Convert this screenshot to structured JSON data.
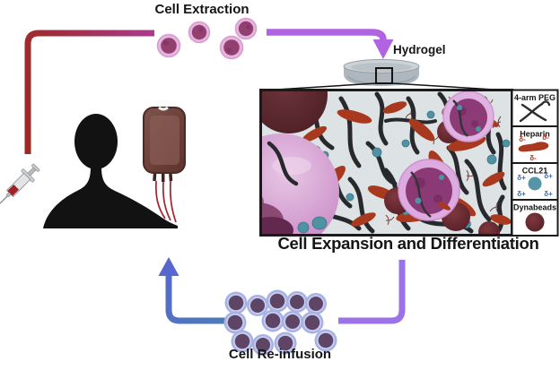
{
  "diagram": {
    "labels": {
      "extraction": "Cell Extraction",
      "hydrogel": "Hydrogel",
      "expansion": "Cell Expansion and Differentiation",
      "reinfusion": "Cell Re-infusion"
    },
    "legend": {
      "items": [
        {
          "label": "4-arm PEG",
          "symbol": "crossed-black-strands"
        },
        {
          "label": "Heparin",
          "symbol": "red-elongated-blob",
          "charge_label": "δ-"
        },
        {
          "label": "CCL21",
          "symbol": "teal-circle",
          "charge_label": "δ+"
        },
        {
          "label": "Dynabeads",
          "symbol": "maroon-sphere"
        }
      ]
    },
    "colors": {
      "extraction_path_red": "#9e2a24",
      "extraction_path_magenta": "#a83a92",
      "hydrogel_arrow_purple": "#b163e3",
      "reinfusion_path_purple": "#9b72e8",
      "reinfusion_path_blue": "#4d7bb8",
      "reinfusion_arrow_blue_violet": "#5767cd",
      "heparin_red": "#a8391f",
      "ccl21_teal": "#4f92a3",
      "dynabead_maroon": "#6e2d34",
      "peg_strand_black": "#28292d",
      "panel_background": "#dde2e5",
      "extracted_cell_membrane": "#e7b4df",
      "extracted_cell_nucleus": "#924070",
      "reinfused_cell_membrane": "#a8b2e2",
      "reinfused_cell_nucleus": "#5e4566"
    }
  }
}
